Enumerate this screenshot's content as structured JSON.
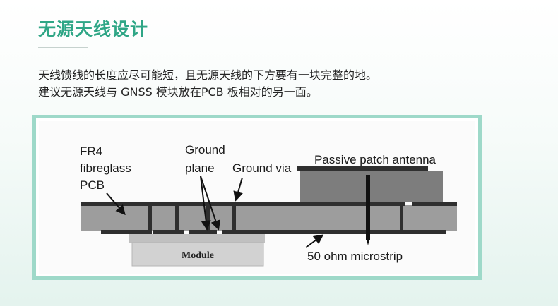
{
  "header": {
    "title": "无源天线设计"
  },
  "description": {
    "line1": "天线馈线的长度应尽可能短，且无源天线的下方要有一块完整的地。",
    "line2": "建议无源天线与 GNSS 模块放在PCB 板相对的另一面。"
  },
  "diagram": {
    "labels": {
      "pcb_line1": "FR4",
      "pcb_line2": "fibreglass",
      "pcb_line3": "PCB",
      "ground_plane_line1": "Ground",
      "ground_plane_line2": "plane",
      "ground_via": "Ground via",
      "antenna": "Passive patch antenna",
      "module": "Module",
      "microstrip": "50 ohm microstrip"
    },
    "colors": {
      "frame_border": "#9ed9c9",
      "pcb_fill": "#9d9d9d",
      "copper_layer": "#2f2f2f",
      "antenna_fill": "#7d7d7d",
      "module_fill": "#d2d2d2",
      "title_color": "#2fa686"
    }
  }
}
